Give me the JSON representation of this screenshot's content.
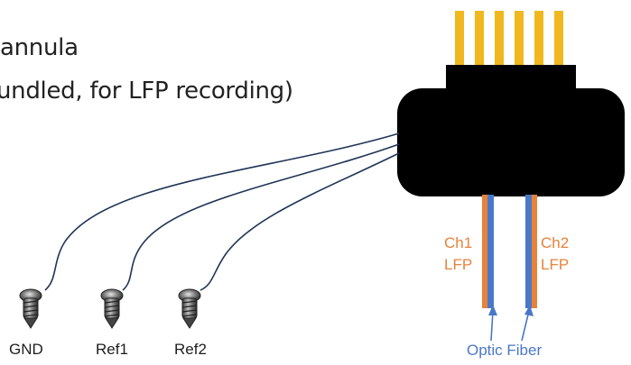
{
  "text": {
    "line1": "annula",
    "line2": "undled, for LFP recording)"
  },
  "screws": [
    {
      "label": "GND"
    },
    {
      "label": "Ref1"
    },
    {
      "label": "Ref2"
    }
  ],
  "channels": [
    {
      "name": "Ch1",
      "type": "LFP"
    },
    {
      "name": "Ch2",
      "type": "LFP"
    }
  ],
  "fiber_label": "Optic Fiber",
  "colors": {
    "connector": "#000000",
    "pins": "#f0b81e",
    "lfp_wire": "#e8823a",
    "fiber": "#4a78c8",
    "wire": "#1f3556"
  }
}
